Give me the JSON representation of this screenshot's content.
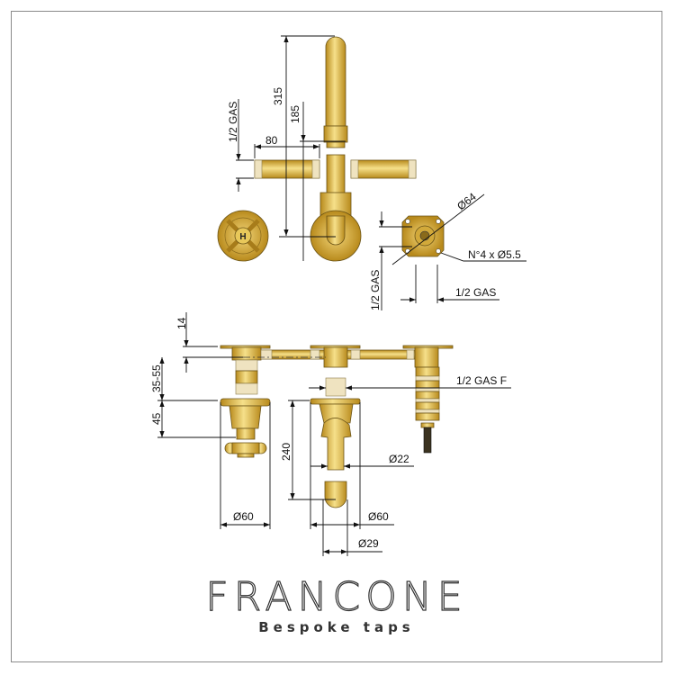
{
  "top_view": {
    "dim_315": "315",
    "dim_185": "185",
    "dim_80": "80",
    "dim_half_gas_left": "1/2 GAS",
    "dim_diam64": "Ø64",
    "dim_holes": "N°4 x Ø5.5",
    "dim_half_gas_vertical": "1/2 GAS",
    "dim_half_gas_bottom": "1/2 GAS",
    "handle_letter": "H"
  },
  "front_view": {
    "dim_14": "14",
    "dim_35_55": "35-55",
    "dim_45": "45",
    "dim_240": "240",
    "dim_half_gas_f": "1/2 GAS F",
    "dim_diam22": "Ø22",
    "dim_diam60_left": "Ø60",
    "dim_diam60_mid": "Ø60",
    "dim_diam29": "Ø29"
  },
  "brand": {
    "name": "FRANCONE",
    "tagline": "Bespoke taps"
  },
  "colors": {
    "gold": "#d9b23a",
    "outline": "#6b5417"
  }
}
